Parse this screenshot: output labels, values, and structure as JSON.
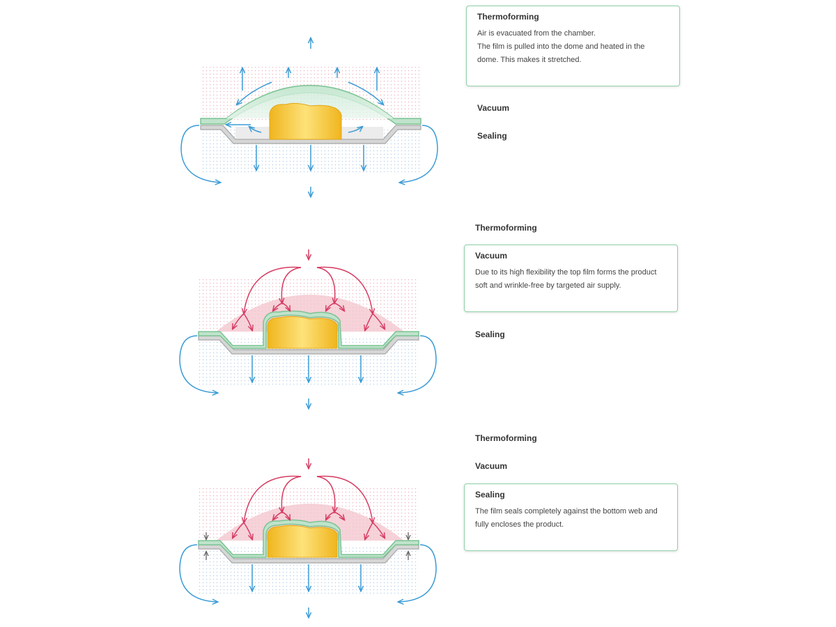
{
  "panels": [
    {
      "active_title": "Thermoforming",
      "active_lines": [
        "Air is evacuated from the chamber.",
        "The film is pulled into the dome and heated in the",
        "dome. This makes it stretched."
      ],
      "other_labels": [
        "Vacuum",
        "Sealing"
      ]
    },
    {
      "label_before": "Thermoforming",
      "active_title": "Vacuum",
      "active_lines": [
        "Due to its high flexibility the top film forms the product",
        "soft and wrinkle-free by targeted air supply."
      ],
      "label_after": "Sealing"
    },
    {
      "labels_before": [
        "Thermoforming",
        "Vacuum"
      ],
      "active_title": "Sealing",
      "active_lines": [
        "The film seals completely against the bottom web and",
        "fully encloses the product."
      ]
    }
  ],
  "colors": {
    "box_border": "#8fd0a7",
    "film_green": "#bfe3cb",
    "film_green_edge": "#7cc393",
    "product_yellow": "#f5c22b",
    "air_blue": "#3a9bd5",
    "air_red": "#d63c63",
    "dome_pink": "#f4c7cf",
    "tray_grey": "#a7a7a7"
  }
}
